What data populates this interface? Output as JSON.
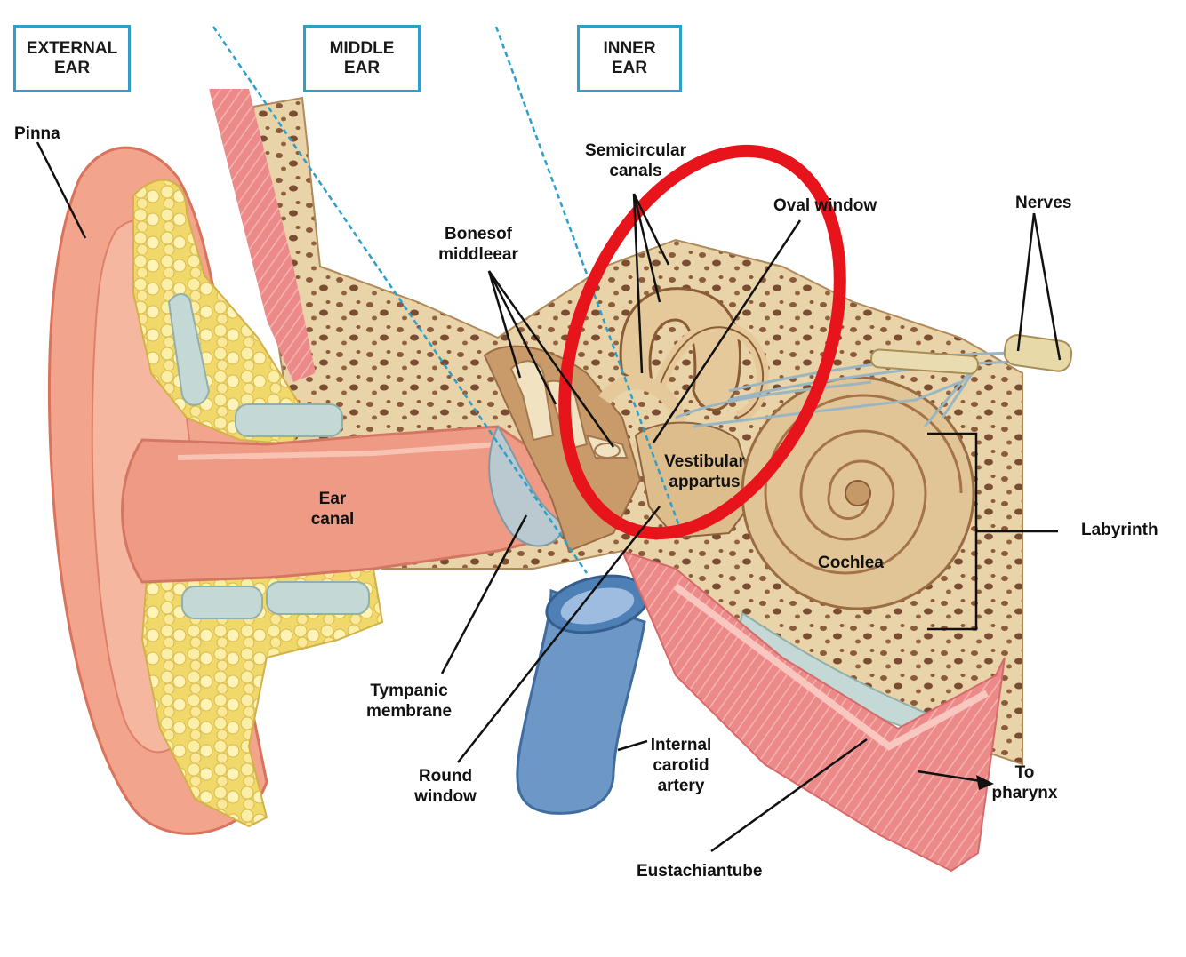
{
  "regions": {
    "external": {
      "line1": "EXTERNAL",
      "line2": "EAR"
    },
    "middle": {
      "line1": "MIDDLE",
      "line2": "EAR"
    },
    "inner": {
      "line1": "INNER",
      "line2": "EAR"
    }
  },
  "labels": {
    "pinna": "Pinna",
    "semicircular": {
      "line1": "Semicircular",
      "line2": "canals"
    },
    "oval_window": "Oval window",
    "nerves": "Nerves",
    "bones": {
      "line1": "Bonesof",
      "line2": "middleear"
    },
    "vestibular": {
      "line1": "Vestibular",
      "line2": "appartus"
    },
    "ear_canal": {
      "line1": "Ear",
      "line2": "canal"
    },
    "labyrinth": "Labyrinth",
    "cochlea": "Cochlea",
    "tympanic": {
      "line1": "Tympanic",
      "line2": "membrane"
    },
    "round_window": {
      "line1": "Round",
      "line2": "window"
    },
    "carotid": {
      "line1": "Internal",
      "line2": "carotid",
      "line3": "artery"
    },
    "pharynx": {
      "line1": "To",
      "line2": "pharynx"
    },
    "eustachian": "Eustachiantube"
  },
  "colors": {
    "highlight_ring": "#e8141b",
    "region_border": "#2d9fc9",
    "skin": "#f2a48c",
    "bone": "#e8d2a8",
    "fat": "#f4e07c",
    "artery": "#6d97c6",
    "cartilage": "#c4d9d6"
  }
}
